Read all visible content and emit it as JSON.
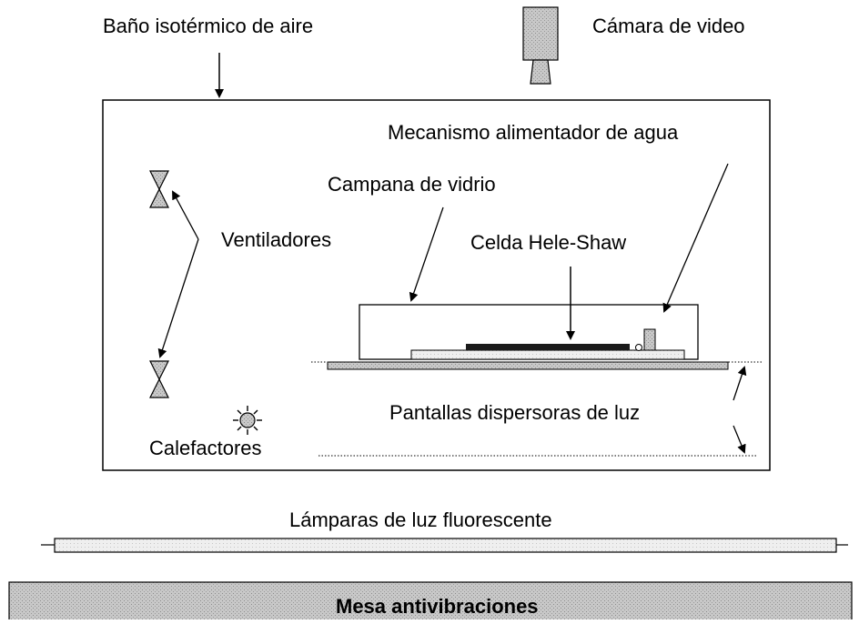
{
  "labels": {
    "air_bath": "Baño isotérmico de aire",
    "video_camera": "Cámara de video",
    "water_feeder": "Mecanismo alimentador de agua",
    "glass_bell": "Campana de vidrio",
    "fans": "Ventiladores",
    "hele_shaw_cell": "Celda Hele-Shaw",
    "diffuser_screens": "Pantallas dispersoras de luz",
    "heaters": "Calefactores",
    "fluorescent_lamps": "Lámparas de luz fluorescente",
    "anti_vibration_table": "Mesa antivibraciones"
  },
  "colors": {
    "line": "#000000",
    "gray_fill": "#a9a9a9",
    "light_fill": "#e6e6e6",
    "dark_fill": "#1a1a1a"
  }
}
